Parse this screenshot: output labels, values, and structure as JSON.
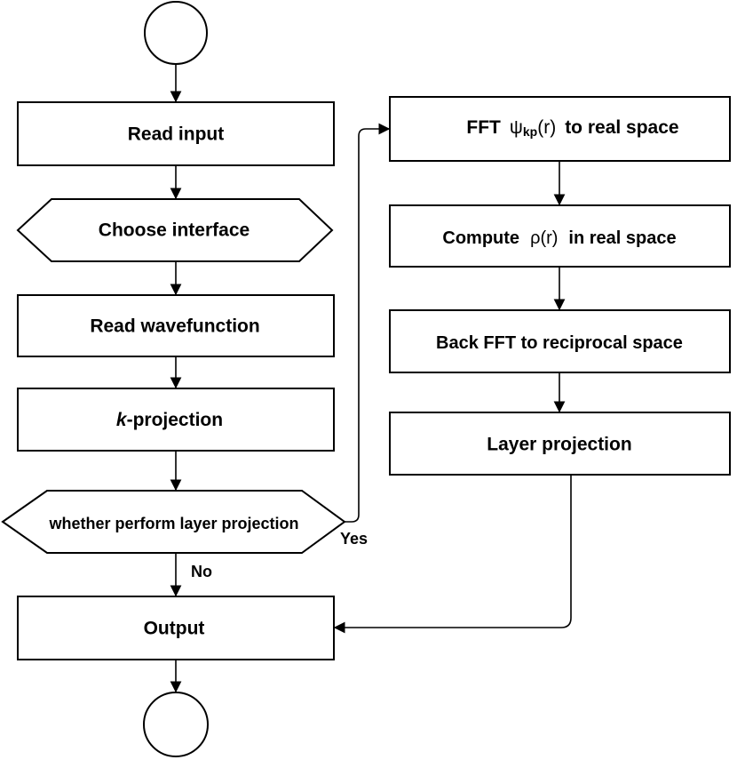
{
  "nodes": {
    "read_input": "Read input",
    "choose_interface": "Choose interface",
    "read_wavefunction": "Read wavefunction",
    "k_projection_italic": "k",
    "k_projection_rest": "-projection",
    "decision": "whether perform layer projection",
    "output": "Output",
    "fft_prefix": "FFT",
    "fft_psi": "ψ",
    "fft_sub": "kp",
    "fft_arg": "(r)",
    "fft_suffix": "to real space",
    "compute_prefix": "Compute",
    "compute_rho": "ρ(r)",
    "compute_suffix": "in real space",
    "back_fft": "Back FFT to reciprocal space",
    "layer_projection": "Layer projection"
  },
  "labels": {
    "yes": "Yes",
    "no": "No"
  }
}
